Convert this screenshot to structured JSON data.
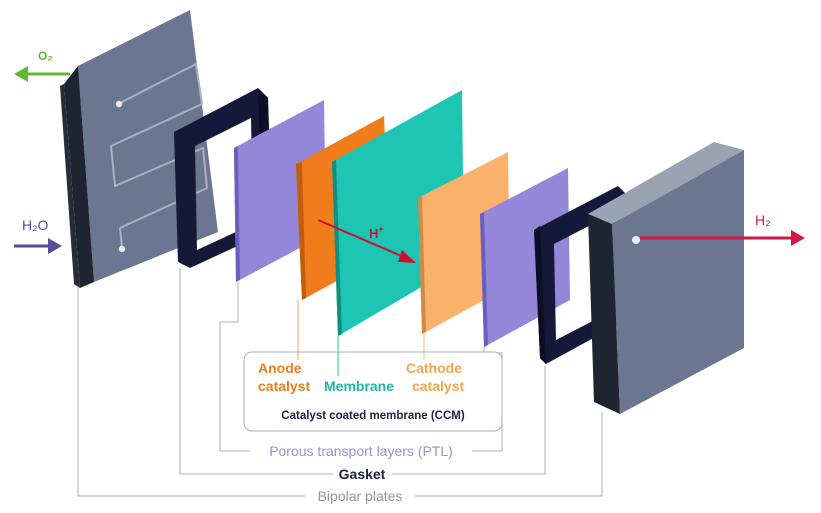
{
  "diagram": {
    "labels": {
      "o2": "O₂",
      "h2o": "H₂O",
      "h2": "H₂",
      "h_plus": "H",
      "h_plus_sup": "+",
      "anode_line1": "Anode",
      "anode_line2": "catalyst",
      "membrane": "Membrane",
      "cathode_line1": "Cathode",
      "cathode_line2": "catalyst",
      "ccm": "Catalyst coated membrane (CCM)",
      "ptl": "Porous transport layers (PTL)",
      "gasket": "Gasket",
      "bipolar": "Bipolar plates"
    },
    "colors": {
      "bipolar_front": "#6b7790",
      "bipolar_side": "#1f2530",
      "bipolar_top": "#9aa3b4",
      "gasket": "#14193a",
      "ptl": "#9487d9",
      "anode": "#f07d1c",
      "membrane": "#1ec5b2",
      "cathode": "#f9b16c",
      "o2_arrow": "#5fb832",
      "h2o_arrow": "#5a4a9a",
      "h2_arrow": "#d4174a",
      "hplus_arrow": "#c8102e",
      "anode_text": "#ef7d1a",
      "membrane_text": "#1fb5a3",
      "cathode_text": "#f2a64b",
      "ptl_text": "#9a8fd6",
      "dark_text": "#1b2340",
      "gray_text": "#8e96a3",
      "line": "#a9b0bb"
    },
    "icons": [
      "arrow-o2-icon",
      "arrow-h2o-icon",
      "arrow-h2-icon",
      "arrow-hplus-icon"
    ]
  }
}
